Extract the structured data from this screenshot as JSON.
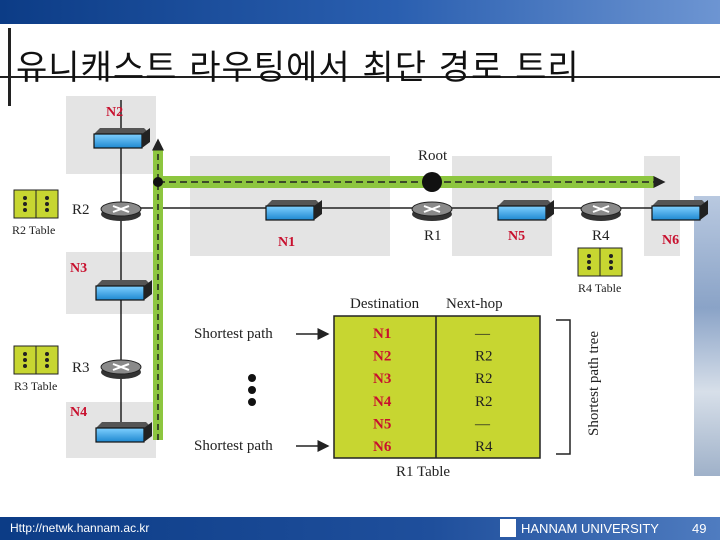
{
  "slide": {
    "title": "유니캐스트 라우팅에서 최단 경로 트리",
    "footer_url": "Http://netwk.hannam.ac.kr",
    "footer_univ": "HANNAM UNIVERSITY",
    "page_number": "49"
  },
  "diagram": {
    "networks": [
      "N2",
      "N1",
      "N5",
      "N6",
      "N3",
      "N4"
    ],
    "routers": [
      "R2",
      "R1",
      "R4",
      "R3"
    ],
    "root_label": "Root",
    "tables": [
      "R2 Table",
      "R4 Table",
      "R3 Table"
    ],
    "table_headers": {
      "destination": "Destination",
      "next_hop": "Next-hop"
    },
    "shortest_path_label": "Shortest path",
    "tree_label": "Shortest path tree",
    "r1_table_caption": "R1 Table",
    "r1_table_rows": [
      {
        "dest": "N1",
        "hop": "—"
      },
      {
        "dest": "N2",
        "hop": "R2"
      },
      {
        "dest": "N3",
        "hop": "R2"
      },
      {
        "dest": "N4",
        "hop": "R2"
      },
      {
        "dest": "N5",
        "hop": "—"
      },
      {
        "dest": "N6",
        "hop": "R4"
      }
    ],
    "colors": {
      "net_label": "#c8102e",
      "table_fill": "#c7d631",
      "path_green": "#8dc63f",
      "lan_gray": "#e4e4e4",
      "host_blue": "#3aa9e8"
    }
  }
}
